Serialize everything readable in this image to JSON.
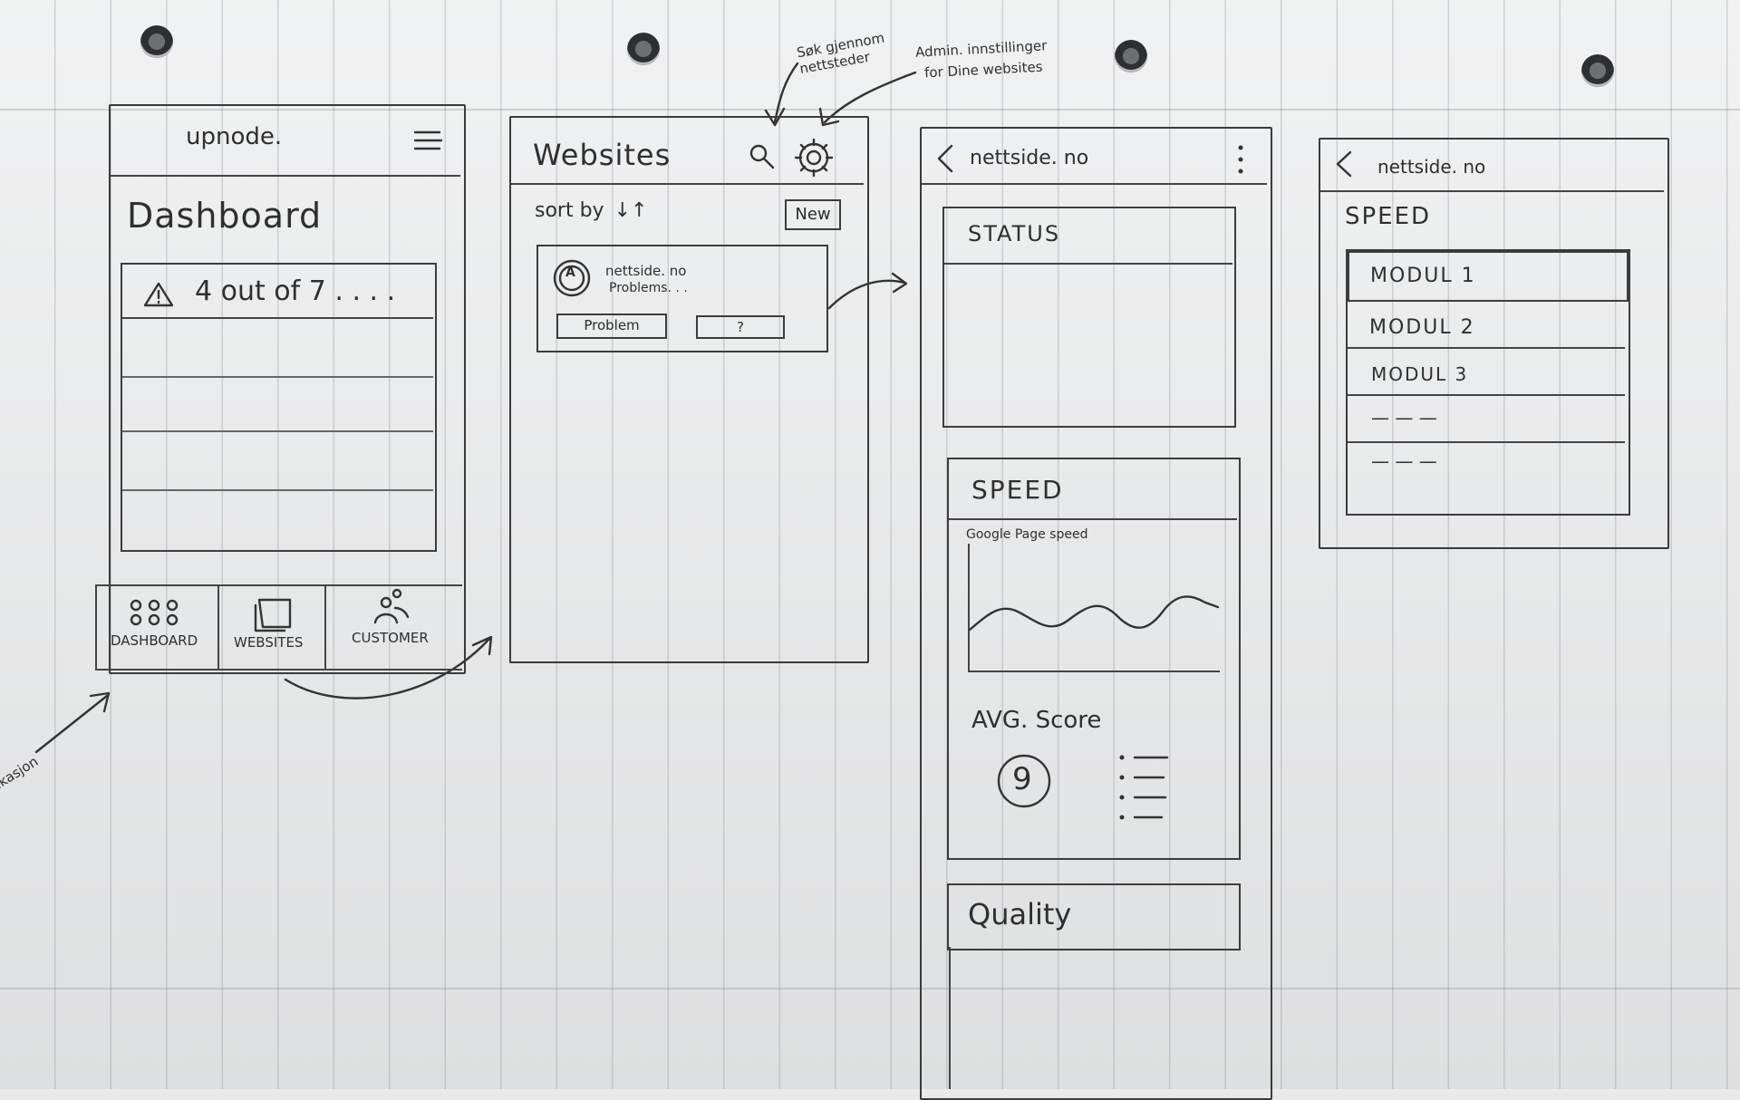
{
  "annotations": {
    "search_note": "Søk gjennom nettsteder",
    "settings_note_line1": "Admin. innstillinger",
    "settings_note_line2": "for Dine websites",
    "side_note": "...dikasjon"
  },
  "screen_dashboard": {
    "logo": "upnode.",
    "title": "Dashboard",
    "alert_text": "4 out of 7 . . . .",
    "nav": {
      "dashboard": "DASHBOARD",
      "websites": "WEBSITES",
      "customers": "CUSTOMER"
    }
  },
  "screen_websites": {
    "title": "Websites",
    "sort_label": "sort by",
    "sort_arrows": "↓↑",
    "new_button": "New",
    "card": {
      "avatar_letter": "A",
      "name": "nettside. no",
      "status": "Problems. . .",
      "button_problem": "Problem",
      "button_help": "?"
    }
  },
  "screen_website_detail": {
    "header_title": "nettside. no",
    "status_title": "STATUS",
    "speed_title": "SPEED",
    "speed_subtitle": "Google Page speed",
    "avg_score_label": "AVG. Score",
    "avg_score_value": "9",
    "quality_title": "Quality"
  },
  "screen_speed_detail": {
    "header_title": "nettside. no",
    "title": "SPEED",
    "modules": [
      "MODUL 1",
      "MODUL 2",
      "MODUL 3",
      "— — —",
      "— —  —"
    ]
  }
}
